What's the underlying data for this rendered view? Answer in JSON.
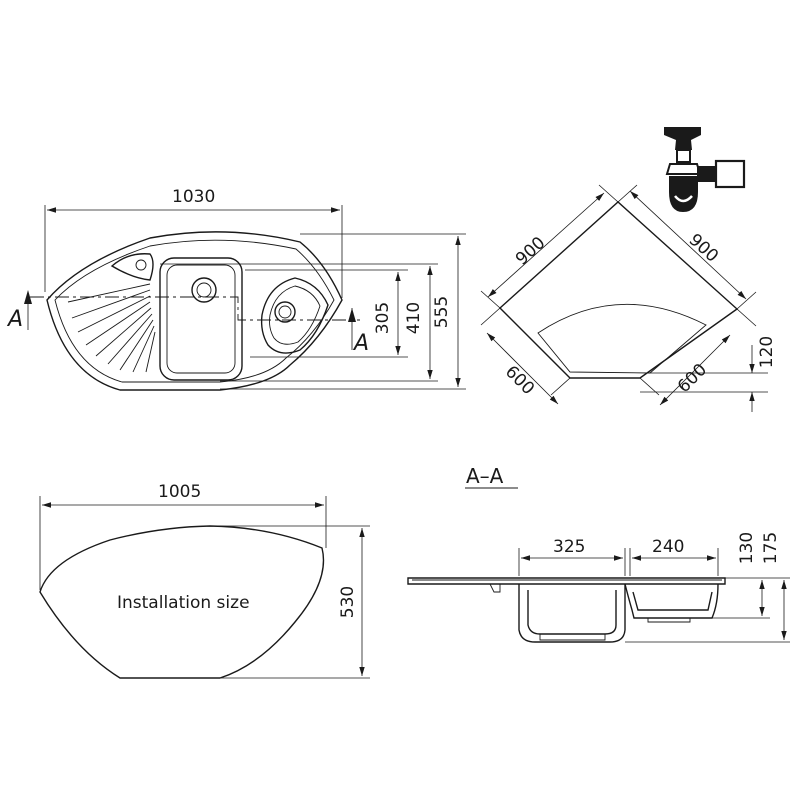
{
  "top_view": {
    "width": "1030",
    "h1": "305",
    "h2": "410",
    "h3": "555",
    "section_mark": "A"
  },
  "corner_view": {
    "side_left": "900",
    "side_right": "900",
    "front_left": "600",
    "front_right": "600",
    "depth": "120"
  },
  "install_view": {
    "width": "1005",
    "height": "530",
    "label": "Installation size"
  },
  "section_view": {
    "title": "A–A",
    "w1": "325",
    "w2": "240",
    "d1": "130",
    "d2": "175"
  }
}
